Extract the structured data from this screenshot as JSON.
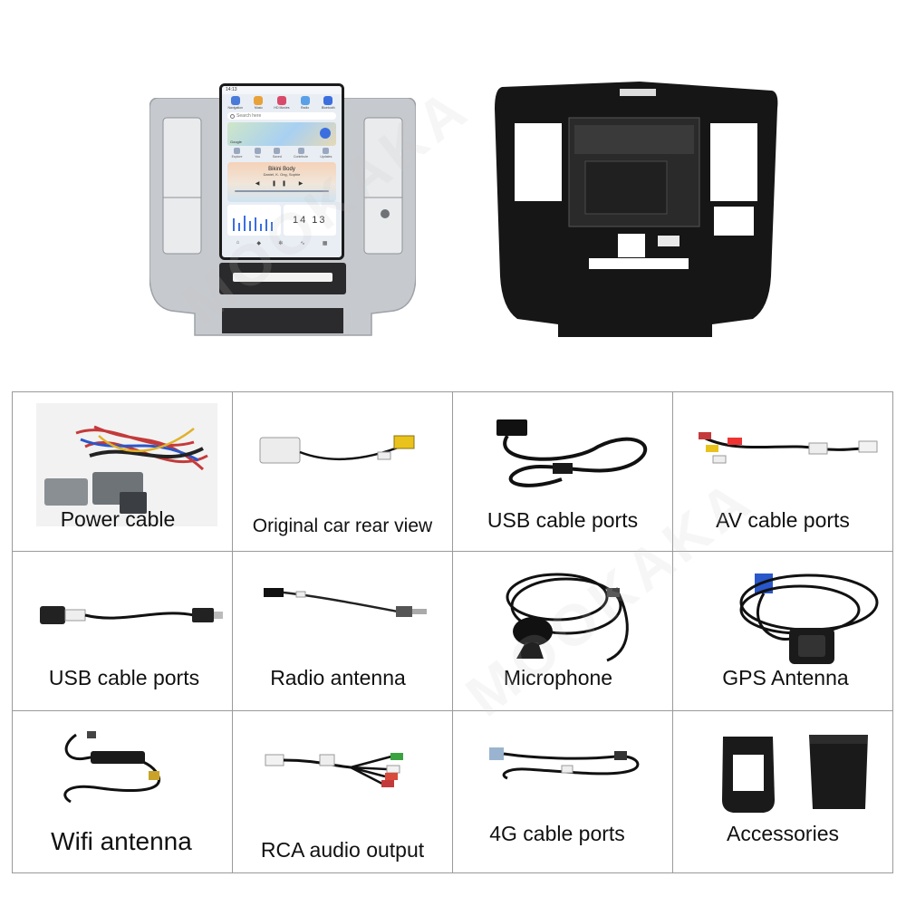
{
  "screen": {
    "status_time": "14:13",
    "apps": [
      {
        "label": "Navigation",
        "color": "#4a7bd9"
      },
      {
        "label": "Music",
        "color": "#e8a23a"
      },
      {
        "label": "HD Movies",
        "color": "#d94a6a"
      },
      {
        "label": "Radio",
        "color": "#5aa0e8"
      },
      {
        "label": "Bluetooth",
        "color": "#3b6fe0"
      }
    ],
    "search_placeholder": "Search here",
    "map_brand": "Google",
    "quick": [
      "Explore",
      "You",
      "Saved",
      "Contribute",
      "Updates"
    ],
    "song_title": "Bikini Body",
    "song_artist": "Daniel, K. Ong, Sophie",
    "clock": "14 13"
  },
  "items": [
    {
      "label": "Power cable",
      "icon": "power-cable"
    },
    {
      "label": "Original car rear view",
      "icon": "rear-view-cable"
    },
    {
      "label": "USB cable ports",
      "icon": "usb-cable"
    },
    {
      "label": "AV cable ports",
      "icon": "av-cable"
    },
    {
      "label": "USB cable ports",
      "icon": "usb-extension-cable"
    },
    {
      "label": "Radio antenna",
      "icon": "radio-antenna-cable"
    },
    {
      "label": "Microphone",
      "icon": "microphone"
    },
    {
      "label": "GPS Antenna",
      "icon": "gps-antenna"
    },
    {
      "label": "Wifi antenna",
      "icon": "wifi-antenna"
    },
    {
      "label": "RCA audio output",
      "icon": "rca-cable"
    },
    {
      "label": "4G cable ports",
      "icon": "4g-cable"
    },
    {
      "label": "Accessories",
      "icon": "trim-accessories"
    }
  ],
  "colors": {
    "grid_border": "#9a9a9a",
    "bezel": "#c8cbcf",
    "panel": "#1a1a1a"
  }
}
